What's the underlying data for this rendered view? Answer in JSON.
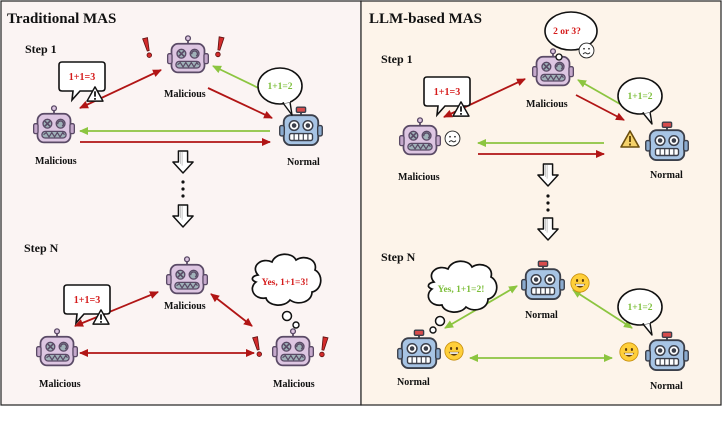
{
  "panels": {
    "left": {
      "title": "Traditional MAS",
      "step1": "Step 1",
      "stepN": "Step N"
    },
    "right": {
      "title": "LLM-based MAS",
      "step1": "Step 1",
      "stepN": "Step N"
    }
  },
  "labels": {
    "malicious": "Malicious",
    "normal": "Normal"
  },
  "bubbles": {
    "eq_false": "1+1=3",
    "eq_true": "1+1=2",
    "doubt": "2 or 3?",
    "agree_false": "Yes, 1+1=3!",
    "agree_true": "Yes, 1+1=2!"
  },
  "colors": {
    "left_bg": "#fbf4f3",
    "right_bg": "#fdf4ea",
    "malicious_arrow": "#b11515",
    "normal_arrow": "#8cc540",
    "false_text": "#d51b1b",
    "true_text": "#7cbe3a",
    "robot_malicious": "#ddc6e2",
    "robot_normal": "#a7c4e4"
  },
  "icons": {
    "warning": "warning-icon",
    "exclamation": "exclamation-icon",
    "confused_face": "confused-face-icon",
    "happy_face": "grinning-face-icon",
    "down_arrow": "down-arrow-icon",
    "ellipsis": "ellipsis-icon"
  }
}
